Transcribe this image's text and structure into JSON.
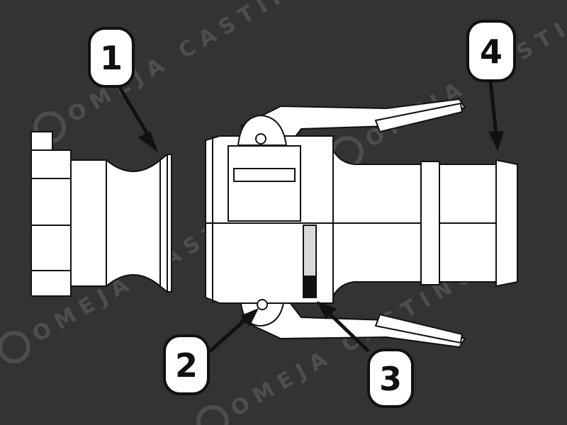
{
  "diagram": {
    "callouts": [
      {
        "label": "1"
      },
      {
        "label": "2"
      },
      {
        "label": "3"
      },
      {
        "label": "4"
      }
    ]
  },
  "watermark": {
    "text": "OMEJA CASTING"
  },
  "colors": {
    "background": "#333333",
    "part_fill": "#ffffff",
    "outline": "#111111",
    "callout_border": "#111111"
  }
}
